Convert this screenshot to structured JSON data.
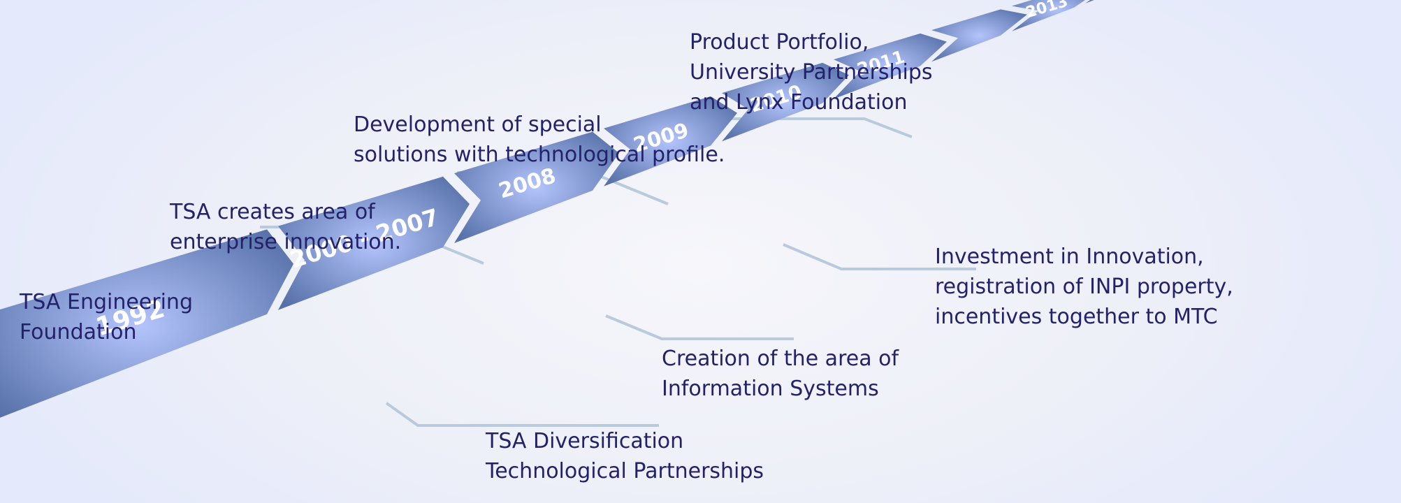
{
  "colors": {
    "arrow_light": "#b3c4fb",
    "arrow_dark": "#5670a8",
    "connector": "#b8cadb",
    "text": "#23216a",
    "background": "#eef0f8"
  },
  "milestones": [
    {
      "year": "1992"
    },
    {
      "year": "2000 - 2007"
    },
    {
      "year": "2008"
    },
    {
      "year": "2009"
    },
    {
      "year": "2010"
    },
    {
      "year": "2011"
    },
    {
      "year": ""
    },
    {
      "year": "2013"
    },
    {
      "year": ""
    },
    {
      "year": ""
    },
    {
      "year": ""
    },
    {
      "year": ""
    }
  ],
  "annotations": [
    {
      "lines": [
        "TSA Engineering",
        "Foundation"
      ]
    },
    {
      "lines": [
        "TSA creates area of",
        "enterprise innovation."
      ]
    },
    {
      "lines": [
        "Development of special",
        "solutions with technological profile."
      ]
    },
    {
      "lines": [
        "Product Portfolio,",
        "University Partnerships",
        "and Lynx Foundation"
      ]
    },
    {
      "lines": [
        "TSA Diversification",
        "Technological Partnerships"
      ]
    },
    {
      "lines": [
        "Creation of the area of",
        "Information Systems"
      ]
    },
    {
      "lines": [
        "Investment in Innovation,",
        "registration of INPI property,",
        "incentives together to MTC"
      ]
    }
  ]
}
